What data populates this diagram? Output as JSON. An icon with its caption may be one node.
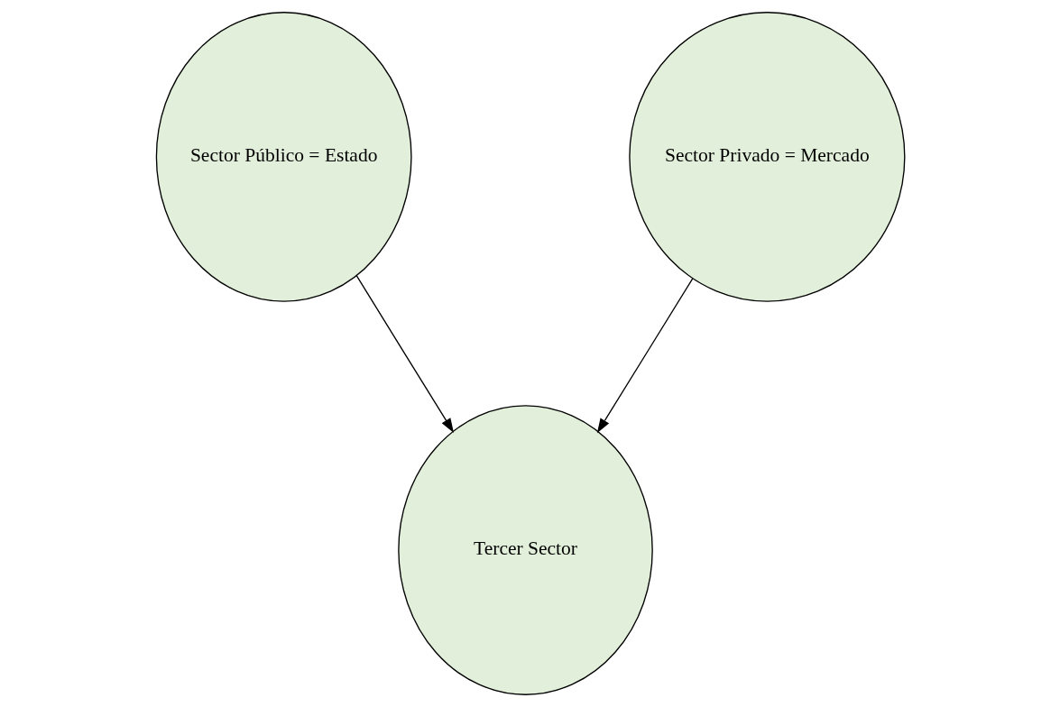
{
  "diagram": {
    "nodes": [
      {
        "text": [
          "Sector Público = Estado"
        ]
      },
      {
        "text": [
          "Sector Privado = Mercado"
        ]
      },
      {
        "text": [
          "Tercer Sector"
        ]
      }
    ],
    "edges": [
      {
        "from": 0,
        "to": 2,
        "arrow": "to"
      },
      {
        "from": 1,
        "to": 2,
        "arrow": "to"
      }
    ]
  }
}
